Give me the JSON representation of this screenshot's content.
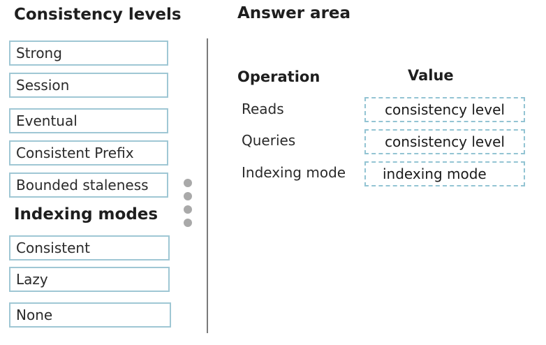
{
  "left_panel": {
    "consistency_heading": "Consistency levels",
    "consistency_levels": [
      "Strong",
      "Session",
      "Eventual",
      "Consistent Prefix",
      "Bounded staleness"
    ],
    "indexing_heading": "Indexing modes",
    "indexing_modes": [
      "Consistent",
      "Lazy",
      "None"
    ]
  },
  "answer_area": {
    "title": "Answer area",
    "column_operation": "Operation",
    "column_value": "Value",
    "rows": [
      {
        "operation": "Reads",
        "value_placeholder": "consistency level"
      },
      {
        "operation": "Queries",
        "value_placeholder": "consistency level"
      },
      {
        "operation": "Indexing mode",
        "value_placeholder": "indexing mode"
      }
    ]
  },
  "icons": {
    "drag_handle": "vertical-dots-grip-icon"
  },
  "colors": {
    "box_border": "#9fc7d4",
    "divider": "#7a7a7a",
    "grip_dots": "#a9a9a9"
  }
}
